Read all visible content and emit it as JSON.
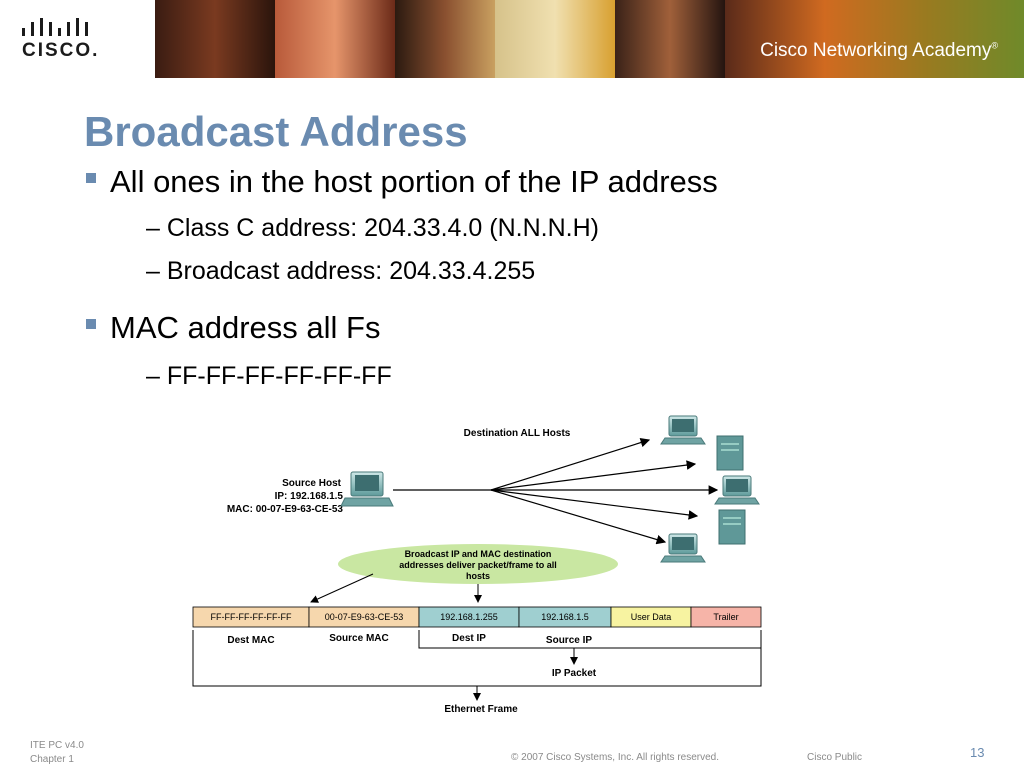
{
  "header": {
    "logo_text": "CISCO.",
    "academy_text": "Cisco Networking Academy"
  },
  "slide": {
    "title": "Broadcast Address",
    "bullets": [
      {
        "text": "All ones in the host portion of the IP address",
        "subs": [
          "– Class C address:  204.33.4.0  (N.N.N.H)",
          "– Broadcast address:  204.33.4.255"
        ]
      },
      {
        "text": "MAC address all Fs",
        "subs": [
          "– FF-FF-FF-FF-FF-FF"
        ]
      }
    ]
  },
  "diagram": {
    "destination_label": "Destination ALL Hosts",
    "source_host": "Source Host",
    "source_ip": "IP: 192.168.1.5",
    "source_mac": "MAC: 00-07-E9-63-CE-53",
    "note_lines": [
      "Broadcast IP and MAC destination",
      "addresses deliver packet/frame to all",
      "hosts"
    ],
    "fields": [
      {
        "text": "FF-FF-FF-FF-FF-FF",
        "color": "#f6d7ad"
      },
      {
        "text": "00-07-E9-63-CE-53",
        "color": "#f6d7ad"
      },
      {
        "text": "192.168.1.255",
        "color": "#9fcfd0"
      },
      {
        "text": "192.168.1.5",
        "color": "#9fcfd0"
      },
      {
        "text": "User Data",
        "color": "#f7f3a1"
      },
      {
        "text": "Trailer",
        "color": "#f6b4a8"
      }
    ],
    "field_labels": [
      "Dest MAC",
      "Source MAC",
      "Dest IP",
      "Source IP"
    ],
    "ip_packet": "IP Packet",
    "ethernet_frame": "Ethernet Frame"
  },
  "footer": {
    "line1": "ITE PC v4.0",
    "line2": "Chapter 1",
    "copyright": "© 2007 Cisco Systems, Inc. All rights reserved.",
    "classification": "Cisco Public",
    "page": "13"
  },
  "colors": {
    "title": "#6a8bb0",
    "note_ellipse": "#c9e7a2"
  }
}
